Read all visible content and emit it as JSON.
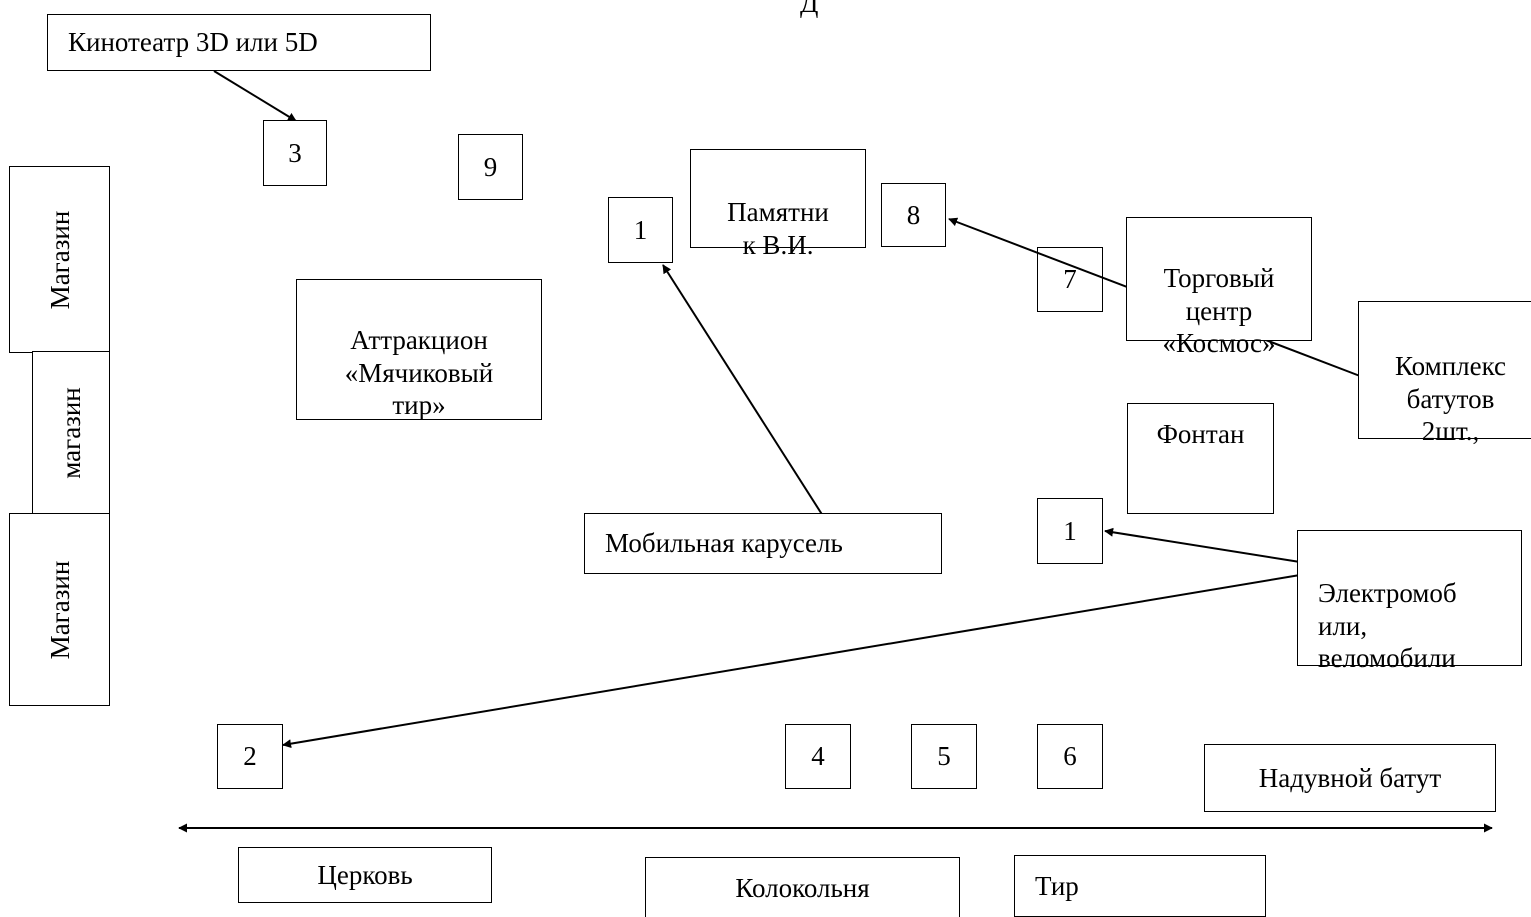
{
  "top_stub": "Д",
  "cinema": "Кинотеатр 3D или 5D",
  "shops": [
    "Магазин",
    "магазин",
    "Магазин"
  ],
  "attraction": "Аттракцион\n«Мячиковый\nтир»",
  "monument": "Памятни\nк В.И.",
  "mall": "Торговый\nцентр\n«Космос»",
  "trampoline_complex": "Комплекс\nбатутов\n2шт.,",
  "fountain": "Фонтан",
  "carousel": "Мобильная карусель",
  "electromobiles": "Электромоб\nили,\nвеломобили",
  "inflatable": "Надувной батут",
  "church": "Церковь",
  "belfry": "Колокольня",
  "shooting_range": "Тир",
  "markers": {
    "m3": "3",
    "m9": "9",
    "m1_top": "1",
    "m8": "8",
    "m7": "7",
    "m1_right": "1",
    "m2": "2",
    "m4": "4",
    "m5": "5",
    "m6": "6"
  }
}
